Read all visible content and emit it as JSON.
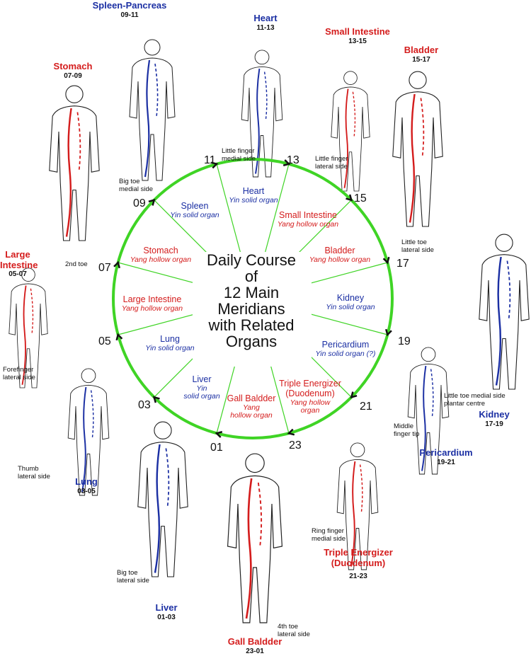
{
  "center_title": [
    "Daily Course",
    "of",
    "12 Main",
    "Meridians",
    "with Related",
    "Organs"
  ],
  "hours": [
    "01",
    "03",
    "05",
    "07",
    "09",
    "11",
    "13",
    "15",
    "17",
    "19",
    "21",
    "23"
  ],
  "colors": {
    "yin": "#1b2fa3",
    "yang": "#d41c1c",
    "ring": "#3fd425",
    "arrow": "#111111"
  },
  "segments": [
    {
      "name": "Spleen",
      "type": "Yin solid organ",
      "color": "blue"
    },
    {
      "name": "Heart",
      "type": "Yin solid organ",
      "color": "blue"
    },
    {
      "name": "Small Intestine",
      "type": "Yang hollow organ",
      "color": "red"
    },
    {
      "name": "Bladder",
      "type": "Yang hollow organ",
      "color": "red"
    },
    {
      "name": "Kidney",
      "type": "Yin solid organ",
      "color": "blue"
    },
    {
      "name": "Pericardium",
      "type": "Yin solid organ (?)",
      "color": "blue"
    },
    {
      "name": "Triple Energizer\n(Duodenum)",
      "type": "Yang hollow\norgan",
      "color": "red"
    },
    {
      "name": "Gall Baldder",
      "type": "Yang\nhollow organ",
      "color": "red"
    },
    {
      "name": "Liver",
      "type": "Yin\nsolid organ",
      "color": "blue"
    },
    {
      "name": "Lung",
      "type": "Yin solid organ",
      "color": "blue"
    },
    {
      "name": "Large Intestine",
      "type": "Yang hollow organ",
      "color": "red"
    },
    {
      "name": "Stomach",
      "type": "Yang hollow organ",
      "color": "red"
    }
  ],
  "meridians": [
    {
      "name": "Spleen-Pancreas",
      "time": "09-11",
      "color": "blue",
      "note": "Big toe\nmedial side"
    },
    {
      "name": "Heart",
      "time": "11-13",
      "color": "blue",
      "note": "Little finger\nmedial side"
    },
    {
      "name": "Small Intestine",
      "time": "13-15",
      "color": "red",
      "note": "Little finger\nlateral side"
    },
    {
      "name": "Bladder",
      "time": "15-17",
      "color": "red",
      "note": "Little toe\nlateral side"
    },
    {
      "name": "Kidney",
      "time": "17-19",
      "color": "blue",
      "note": "Little toe medial side\nplantar centre"
    },
    {
      "name": "Pericardium",
      "time": "19-21",
      "color": "blue",
      "note": "Middle\nfinger tip"
    },
    {
      "name": "Triple Energizer\n(Duodenum)",
      "time": "21-23",
      "color": "red",
      "note": "Ring finger\nmedial side"
    },
    {
      "name": "Gall Baldder",
      "time": "23-01",
      "color": "red",
      "note": "4th toe\nlateral side"
    },
    {
      "name": "Liver",
      "time": "01-03",
      "color": "blue",
      "note": "Big toe\nlateral side"
    },
    {
      "name": "Lung",
      "time": "03-05",
      "color": "blue",
      "note": "Thumb\nlateral side"
    },
    {
      "name": "Large\nIntestine",
      "time": "05-07",
      "color": "red",
      "note": "Forefinger\nlateral side"
    },
    {
      "name": "Stomach",
      "time": "07-09",
      "color": "red",
      "note": "2nd toe"
    }
  ]
}
